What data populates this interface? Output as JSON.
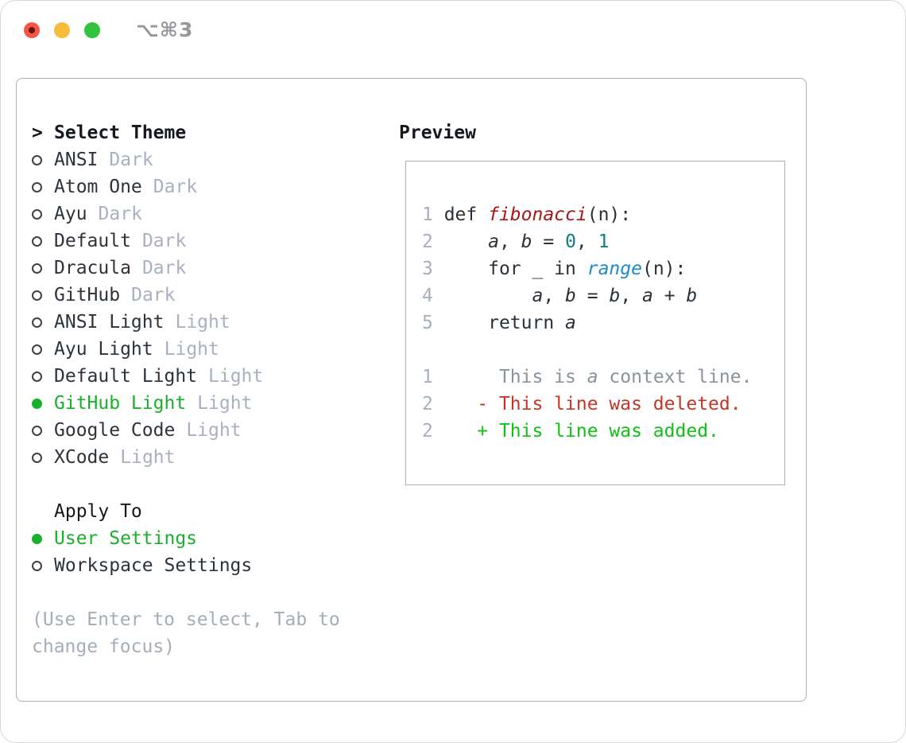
{
  "window": {
    "title": "⌥⌘3",
    "traffic_lights": [
      "close-button",
      "minimize-button",
      "zoom-button"
    ],
    "close_has_unsaved_dot": true
  },
  "colors": {
    "selection_green": "#1ab02c",
    "added_green": "#11c117",
    "deleted_red": "#c43525",
    "function_red": "#a91515",
    "number_teal": "#0d8080",
    "call_blue": "#1e8cc8",
    "muted_gray": "#a9b1c0",
    "text_dark": "#2d333a",
    "border_gray": "#a9b0bb"
  },
  "theme_panel": {
    "header_prefix": ">",
    "header": "Select Theme",
    "items": [
      {
        "name": "ANSI",
        "variant": "Dark",
        "selected": false
      },
      {
        "name": "Atom One",
        "variant": "Dark",
        "selected": false
      },
      {
        "name": "Ayu",
        "variant": "Dark",
        "selected": false
      },
      {
        "name": "Default",
        "variant": "Dark",
        "selected": false
      },
      {
        "name": "Dracula",
        "variant": "Dark",
        "selected": false
      },
      {
        "name": "GitHub",
        "variant": "Dark",
        "selected": false
      },
      {
        "name": "ANSI Light",
        "variant": "Light",
        "selected": false
      },
      {
        "name": "Ayu Light",
        "variant": "Light",
        "selected": false
      },
      {
        "name": "Default Light",
        "variant": "Light",
        "selected": false
      },
      {
        "name": "GitHub Light",
        "variant": "Light",
        "selected": true
      },
      {
        "name": "Google Code",
        "variant": "Light",
        "selected": false
      },
      {
        "name": "XCode",
        "variant": "Light",
        "selected": false
      }
    ]
  },
  "apply_panel": {
    "header": "Apply To",
    "items": [
      {
        "name": "User Settings",
        "selected": true
      },
      {
        "name": "Workspace Settings",
        "selected": false
      }
    ]
  },
  "hint": {
    "line1": "(Use Enter to select, Tab to",
    "line2": "change focus)"
  },
  "preview": {
    "header": "Preview",
    "code_lines": [
      {
        "num": "1",
        "tokens": [
          {
            "t": "def ",
            "s": "code"
          },
          {
            "t": "fibonacci",
            "s": "func"
          },
          {
            "t": "(n):",
            "s": "code"
          }
        ]
      },
      {
        "num": "2",
        "tokens": [
          {
            "t": "    ",
            "s": "code"
          },
          {
            "t": "a",
            "s": "var"
          },
          {
            "t": ", ",
            "s": "code"
          },
          {
            "t": "b",
            "s": "var"
          },
          {
            "t": " = ",
            "s": "code"
          },
          {
            "t": "0",
            "s": "num"
          },
          {
            "t": ", ",
            "s": "code"
          },
          {
            "t": "1",
            "s": "num"
          }
        ]
      },
      {
        "num": "3",
        "tokens": [
          {
            "t": "    for _ in ",
            "s": "code"
          },
          {
            "t": "range",
            "s": "call"
          },
          {
            "t": "(n):",
            "s": "code"
          }
        ]
      },
      {
        "num": "4",
        "tokens": [
          {
            "t": "        ",
            "s": "code"
          },
          {
            "t": "a",
            "s": "var"
          },
          {
            "t": ", ",
            "s": "code"
          },
          {
            "t": "b",
            "s": "var"
          },
          {
            "t": " = ",
            "s": "code"
          },
          {
            "t": "b",
            "s": "var"
          },
          {
            "t": ", ",
            "s": "code"
          },
          {
            "t": "a",
            "s": "var"
          },
          {
            "t": " + ",
            "s": "code"
          },
          {
            "t": "b",
            "s": "var"
          }
        ]
      },
      {
        "num": "5",
        "tokens": [
          {
            "t": "    return ",
            "s": "code"
          },
          {
            "t": "a",
            "s": "var"
          }
        ]
      },
      {
        "num": "",
        "tokens": []
      },
      {
        "num": "1",
        "tokens": [
          {
            "t": "     This is ",
            "s": "ctx"
          },
          {
            "t": "a",
            "s": "ctx-var"
          },
          {
            "t": " context line.",
            "s": "ctx"
          }
        ]
      },
      {
        "num": "2",
        "tokens": [
          {
            "t": "   - This line was deleted.",
            "s": "del"
          }
        ]
      },
      {
        "num": "2",
        "tokens": [
          {
            "t": "   + This line was added.",
            "s": "add"
          }
        ]
      }
    ]
  }
}
